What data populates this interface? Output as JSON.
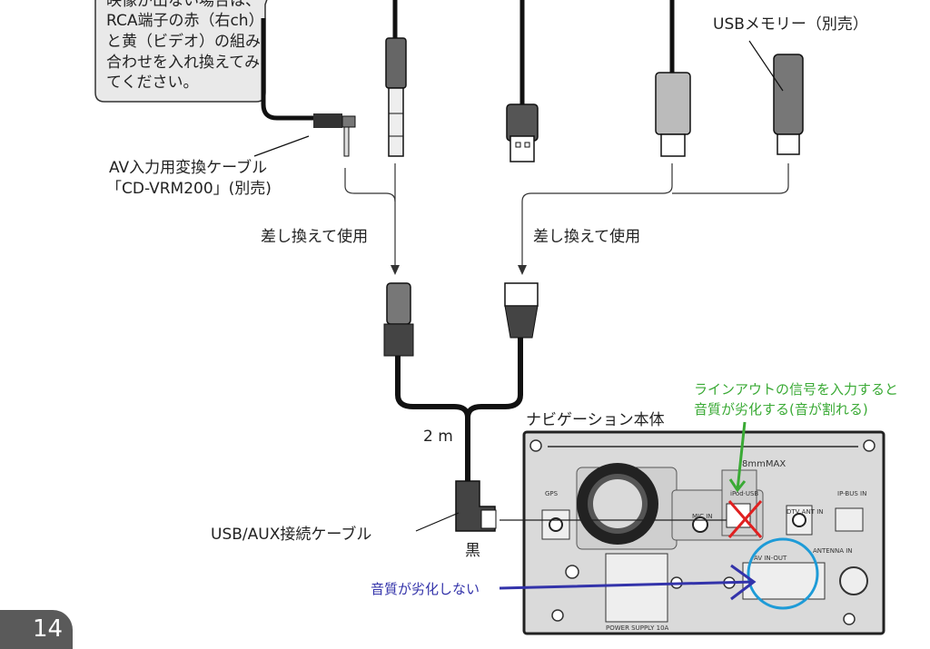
{
  "callout": {
    "lines": [
      "映像が出ない場合は、",
      "RCA端子の赤（右ch）",
      "と黄（ビデオ）の組み",
      "合わせを入れ換えてみ",
      "てください。"
    ]
  },
  "labels": {
    "usb_memory": "USBメモリー（別売）",
    "av_cable_line1": "AV入力用変換ケーブル",
    "av_cable_line2": "「CD-VRM200」(別売)",
    "swap_left": "差し換えて使用",
    "swap_right": "差し換えて使用",
    "length": "2 m",
    "usb_aux_cable": "USB/AUX接続ケーブル",
    "black": "黒",
    "nav_unit": "ナビゲーション本体"
  },
  "annotations": {
    "green_line1": "ラインアウトの信号を入力すると",
    "green_line2": "音質が劣化する(音が割れる)",
    "blue": "音質が劣化しない",
    "green_color": "#3aaa35",
    "blue_color": "#3333aa",
    "circle_color": "#1e9bd7",
    "cross_color": "#e02020"
  },
  "unit_labels": {
    "max": "8mmMAX",
    "gps": "GPS",
    "mic": "MIC IN",
    "ipod": "iPod·USB",
    "dtv": "DTV ANT IN",
    "ipbus": "IP-BUS IN",
    "av": "AV IN-OUT",
    "antenna": "ANTENNA IN",
    "power": "POWER SUPPLY 10A"
  },
  "page_number": "14"
}
